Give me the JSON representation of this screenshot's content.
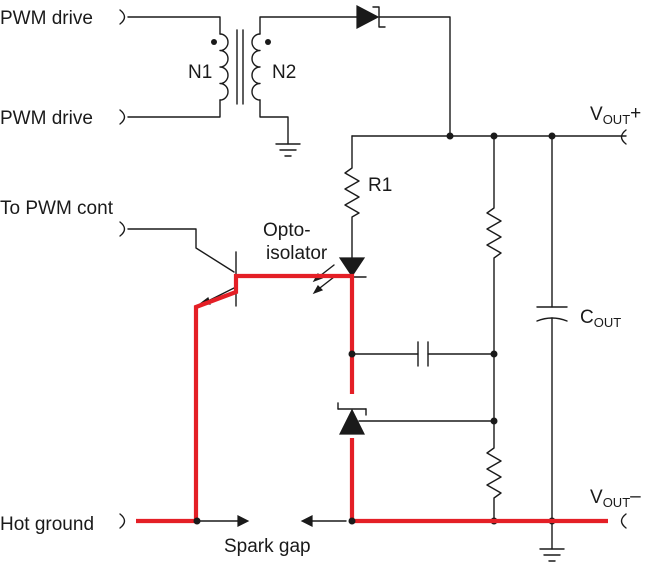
{
  "labels": {
    "pwm_drive_top": "PWM drive",
    "pwm_drive_bottom": "PWM drive",
    "n1": "N1",
    "n2": "N2",
    "vout_plus_main": "V",
    "vout_plus_sub": "OUT",
    "vout_plus_sign": "+",
    "r1": "R1",
    "to_pwm_cont": "To PWM cont",
    "opto_line1": "Opto-",
    "opto_line2": "isolator",
    "cout_main": "C",
    "cout_sub": "OUT",
    "hot_ground": "Hot ground",
    "vout_minus_main": "V",
    "vout_minus_sub": "OUT",
    "vout_minus_sign": "–",
    "spark_gap": "Spark gap"
  },
  "colors": {
    "wire": "#1a1a1a",
    "highlight_path": "#e41f26"
  }
}
